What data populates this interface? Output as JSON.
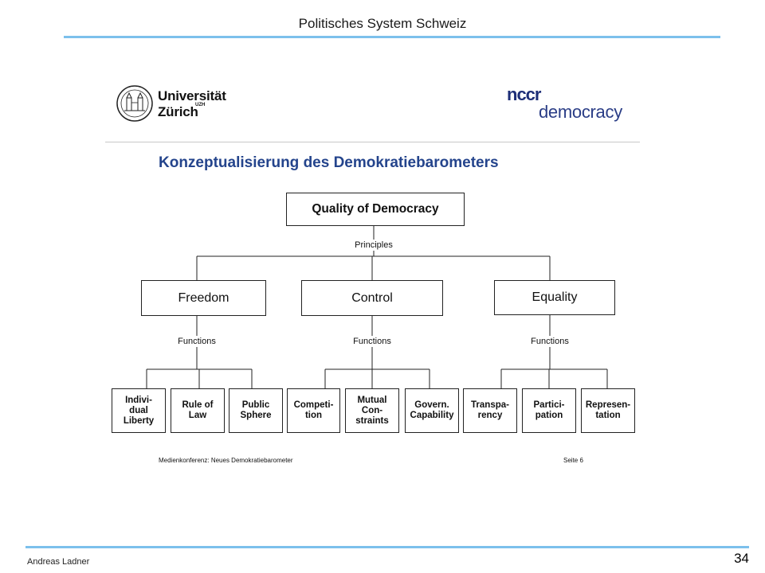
{
  "header": {
    "title": "Politisches System Schweiz"
  },
  "logos": {
    "uzh": {
      "line1": "Universität",
      "line2": "Zürich",
      "sup": "UZH",
      "seal_icon": "university-seal-icon"
    },
    "nccr": {
      "line1": "nccr",
      "line2": "democracy"
    },
    "colors": {
      "nccr": "#1e2f78",
      "rule": "#7cc0ec",
      "heading": "#24448c"
    }
  },
  "diagram": {
    "heading": "Konzeptualisierung des Demokratiebarometers",
    "root": "Quality of Democracy",
    "principles_label": "Principles",
    "functions_label": "Functions",
    "principles": [
      {
        "label": "Freedom",
        "functions": [
          "Indivi-\ndual\nLiberty",
          "Rule of\nLaw",
          "Public\nSphere"
        ]
      },
      {
        "label": "Control",
        "functions": [
          "Competi-\ntion",
          "Mutual\nCon-\nstraints",
          "Govern.\nCapability"
        ]
      },
      {
        "label": "Equality",
        "functions": [
          "Transpa-\nrency",
          "Partici-\npation",
          "Represen-\ntation"
        ]
      }
    ]
  },
  "source_footer": {
    "left": "Medienkonferenz: Neues Demokratiebarometer",
    "right": "Seite 6"
  },
  "footer": {
    "author": "Andreas Ladner",
    "page": "34"
  }
}
